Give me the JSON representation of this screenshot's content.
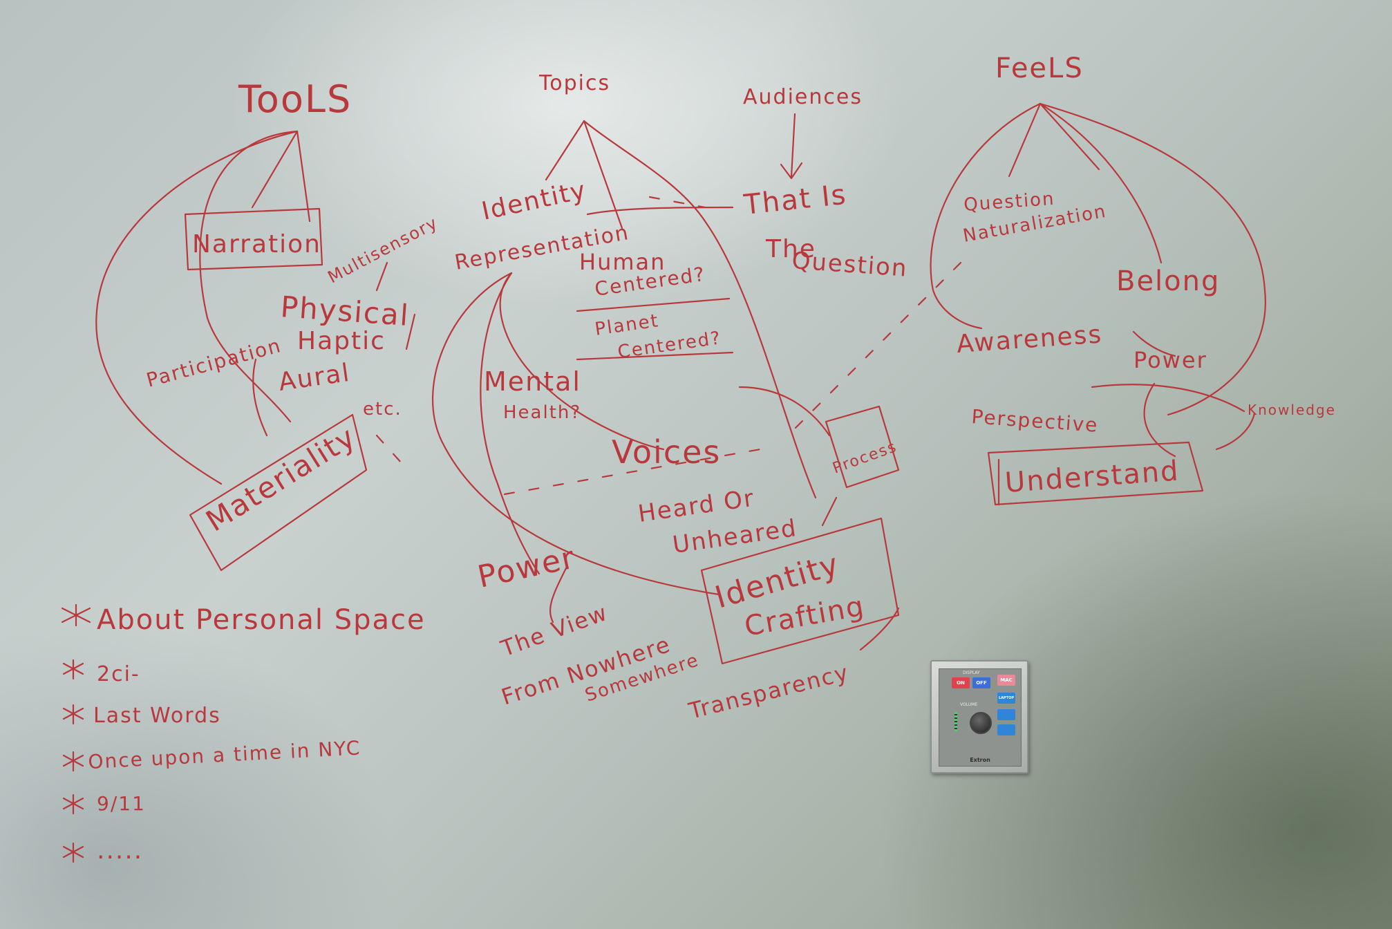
{
  "headings": {
    "tools": "TooLS",
    "topics": "Topics",
    "audiences": "Audiences",
    "feels": "FeeLS"
  },
  "tools": {
    "narration": "Narration",
    "multisensory": "Multisensory",
    "physical": "Physical",
    "haptic": "Haptic",
    "aural": "Aural",
    "participation": "Participation",
    "etc": "etc.",
    "materiality": "Materiality"
  },
  "topics": {
    "identity": "Identity",
    "representation": "Representation",
    "human_centered": "Human",
    "human_centered_2": "Centered?",
    "planet_centered": "Planet",
    "planet_centered_2": "Centered?",
    "mental": "Mental",
    "health": "Health?",
    "voices": "Voices",
    "heard": "Heard Or",
    "unheard": "Unheared",
    "process": "Process",
    "identity_crafting_1": "Identity",
    "identity_crafting_2": "Crafting",
    "transparency": "Transparency",
    "power": "Power",
    "view_1": "The View",
    "view_2": "From Nowhere",
    "somewhere": "Somewhere"
  },
  "audiences": {
    "that_is": "That Is",
    "the": "The",
    "question": "Question"
  },
  "feels": {
    "question": "Question",
    "naturalization": "Naturalization",
    "belong": "Belong",
    "awareness": "Awareness",
    "power": "Power",
    "perspective": "Perspective",
    "knowledge": "Knowledge",
    "understand": "Understand"
  },
  "list": [
    "About Personal Space",
    "2ci-",
    "Last Words",
    "Once upon a time in NYC",
    "9/11",
    "....."
  ],
  "list_bullet": "*",
  "panel": {
    "display_label": "DISPLAY",
    "on": "ON",
    "off": "OFF",
    "mac": "MAC",
    "laptop": "LAPTOP",
    "volume_label": "VOLUME",
    "brand": "Extron"
  },
  "colors": {
    "ink": "#b8383c",
    "board": "#c3ccca",
    "panel_on": "#e0434d",
    "panel_off": "#3b6fd6",
    "panel_mac": "#e98a98",
    "panel_blue": "#2f86d8"
  }
}
